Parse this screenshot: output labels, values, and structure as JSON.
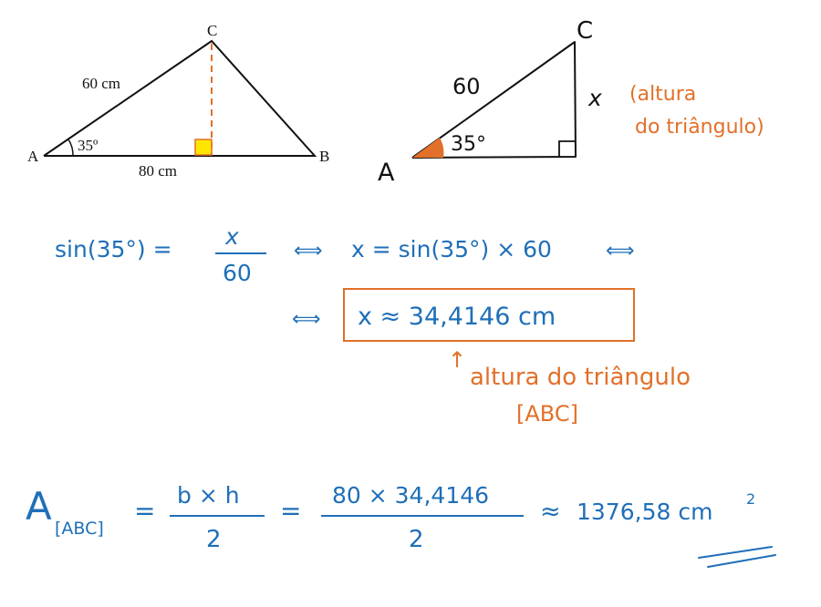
{
  "colors": {
    "ink": "#111111",
    "blue": "#1f6fb8",
    "orange": "#e2702a",
    "right_angle_fill": "#ffe600"
  },
  "figure_left": {
    "vertex_a": "A",
    "vertex_b": "B",
    "vertex_c": "C",
    "side_ac": "60 cm",
    "side_ab": "80 cm",
    "angle_a": "35º"
  },
  "figure_right": {
    "vertex_a": "A",
    "vertex_c": "C",
    "hypotenuse": "60",
    "height": "x",
    "angle_a": "35°",
    "note_line1": "(altura",
    "note_line2": "do triângulo)"
  },
  "equations": {
    "line1": {
      "lhs": "sin(35°) =",
      "frac_num": "x",
      "frac_den": "60",
      "iff1": "⟺",
      "rhs": "x = sin(35°) × 60",
      "iff2": "⟺"
    },
    "line2": {
      "iff": "⟺",
      "boxed": "x ≈ 34,4146 cm"
    },
    "annotation": {
      "arrow": "↑",
      "line1": "altura do triângulo",
      "line2": "[ABC]"
    },
    "area": {
      "a_letter": "A",
      "a_sub": "[ABC]",
      "eq1": "=",
      "f1_num": "b × h",
      "f1_den": "2",
      "eq2": "=",
      "f2_num": "80 × 34,4146",
      "f2_den": "2",
      "approx": "≈",
      "result": "1376,58 cm",
      "exponent": "2"
    }
  }
}
